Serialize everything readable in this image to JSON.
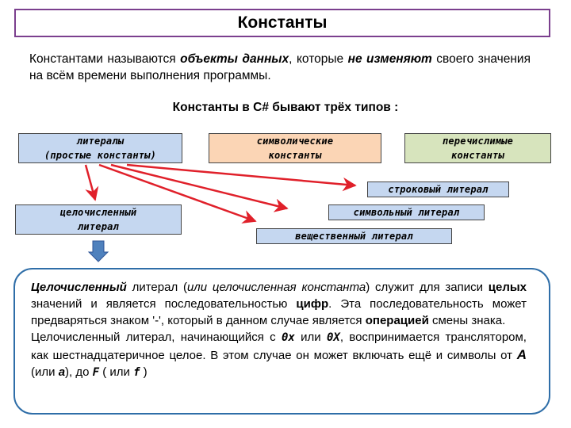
{
  "title": "Константы",
  "intro": {
    "p1": "Константами называются ",
    "b1": "объекты данных",
    "p2": ", которые ",
    "b2": "не изменяют",
    "p3": " своего значения на всём времени выполнения программы."
  },
  "types_heading": "Константы в C# бывают трёх типов :",
  "types": {
    "literals": "литералы\n(простые константы)",
    "symbolic": "символические\nконстанты",
    "enum": "перечислимые\nконстанты"
  },
  "literal_kinds": {
    "string": "строковый литерал",
    "integer": "целочисленный\nлитерал",
    "char": "символьный литерал",
    "real": "вещественный литерал"
  },
  "info": {
    "s1_b": "Целочисленный",
    "s1_t1": " литерал (",
    "s1_i": "или целочисленная константа",
    "s1_t2": ") служит для записи ",
    "s1_b2": "целых",
    "s1_t3": " значений и является последовательностью ",
    "s1_b3": "цифр",
    "s1_t4": ". Эта последовательность может предваряться знаком '-', который  в данном случае является ",
    "s1_b4": "операцией",
    "s1_t5": " смены знака.",
    "s2_t1": "Целочисленный литерал, начинающийся с ",
    "s2_c1": "0x",
    "s2_t2": " или ",
    "s2_c2": "0X",
    "s2_t3": ", воспринимается транслятором, как шестнадцатеричное целое. В этом случае он может включать ещё и символы от ",
    "s2_A": "A",
    "s2_t4": " (или ",
    "s2_a": "a",
    "s2_t5": "), до ",
    "s2_F": "F",
    "s2_t6": " ( или ",
    "s2_f": "f",
    "s2_t7": " )"
  },
  "colors": {
    "title_border": "#7b3f8e",
    "blue_box": "#c5d7f0",
    "orange_box": "#fbd5b5",
    "green_box": "#d7e4bd",
    "arrow_red": "#e0202a",
    "down_arrow": "#4f81bd",
    "info_border": "#2f6ea8"
  }
}
